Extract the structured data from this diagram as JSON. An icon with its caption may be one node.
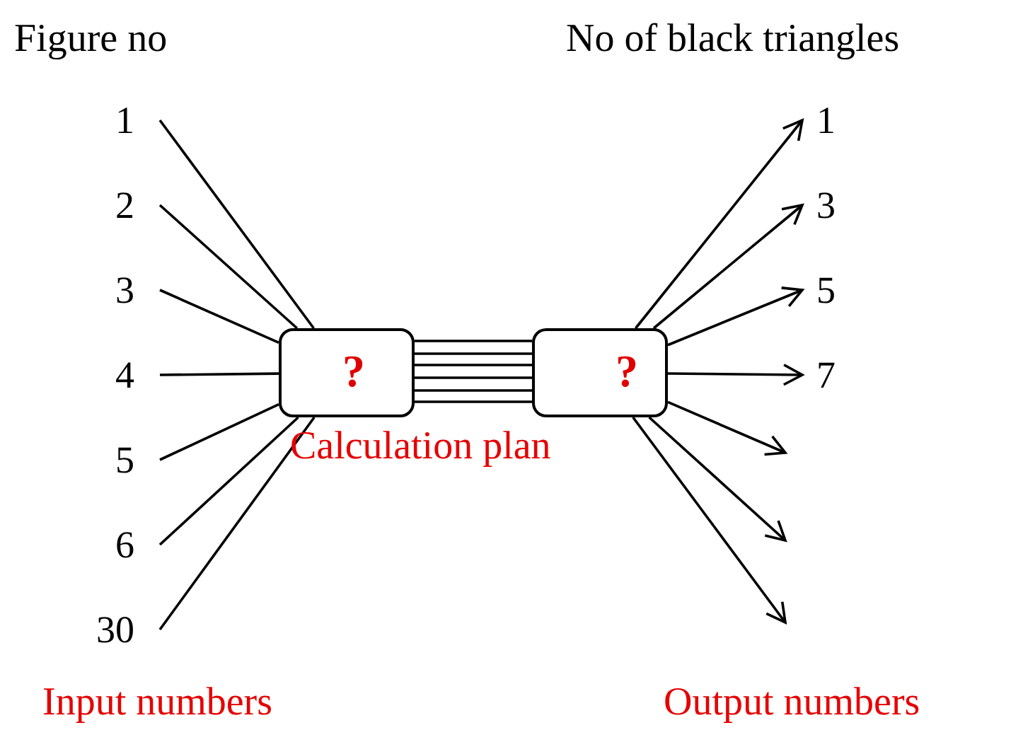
{
  "diagram": {
    "nodes": [
      {
        "text": [
          "1"
        ]
      },
      {
        "text": [
          "2"
        ]
      },
      {
        "text": [
          "3"
        ]
      },
      {
        "text": [
          "4"
        ]
      },
      {
        "text": [
          "5"
        ]
      },
      {
        "text": [
          "6"
        ]
      },
      {
        "text": [
          "30"
        ]
      },
      {
        "text": [
          "?"
        ]
      },
      {
        "text": [
          "?"
        ]
      },
      {
        "text": [
          "1"
        ]
      },
      {
        "text": [
          "3"
        ]
      },
      {
        "text": [
          "5"
        ]
      },
      {
        "text": [
          "7"
        ]
      }
    ],
    "edges": [
      {
        "from": 0,
        "to": 7,
        "arrow": "none"
      },
      {
        "from": 1,
        "to": 7,
        "arrow": "none"
      },
      {
        "from": 2,
        "to": 7,
        "arrow": "none"
      },
      {
        "from": 3,
        "to": 7,
        "arrow": "none"
      },
      {
        "from": 4,
        "to": 7,
        "arrow": "none"
      },
      {
        "from": 5,
        "to": 7,
        "arrow": "none"
      },
      {
        "from": 6,
        "to": 7,
        "arrow": "none"
      },
      {
        "from": 7,
        "to": 8,
        "arrow": "none"
      },
      {
        "from": 7,
        "to": 8,
        "arrow": "none"
      },
      {
        "from": 7,
        "to": 8,
        "arrow": "none"
      },
      {
        "from": 7,
        "to": 8,
        "arrow": "none"
      },
      {
        "from": 7,
        "to": 8,
        "arrow": "none"
      },
      {
        "from": 7,
        "to": 8,
        "arrow": "none"
      },
      {
        "from": 8,
        "to": 9,
        "arrow": "to"
      },
      {
        "from": 8,
        "to": 10,
        "arrow": "to"
      },
      {
        "from": 8,
        "to": 11,
        "arrow": "to"
      },
      {
        "from": 8,
        "to": 12,
        "arrow": "to"
      },
      {
        "from": 8,
        "to": null,
        "arrow": "to"
      },
      {
        "from": 8,
        "to": null,
        "arrow": "to"
      },
      {
        "from": 8,
        "to": null,
        "arrow": "to"
      }
    ],
    "labels": [
      "Figure no",
      "No of black triangles",
      "Calculation plan",
      "Input numbers",
      "Output numbers"
    ]
  }
}
